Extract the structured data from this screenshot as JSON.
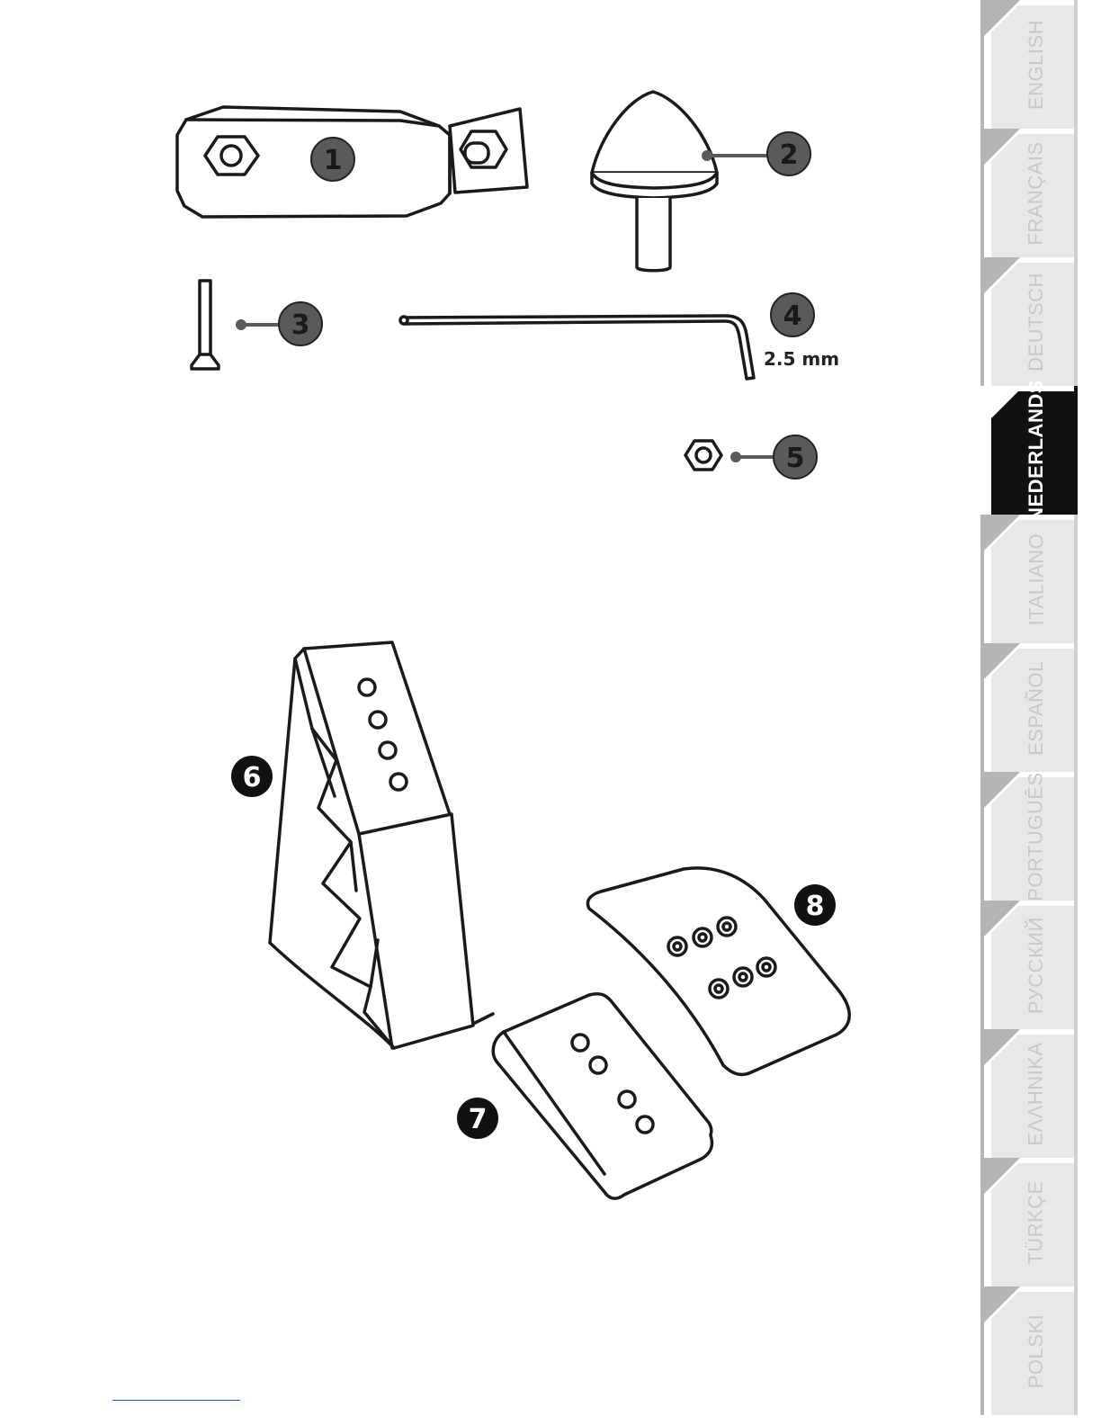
{
  "callouts": {
    "c1": "1",
    "c2": "2",
    "c3": "3",
    "c4": "4",
    "c5": "5",
    "c6": "6",
    "c7": "7",
    "c8": "8"
  },
  "hex_key_size": "2.5 mm",
  "languages": [
    {
      "label": "ENGLISH",
      "active": false
    },
    {
      "label": "FRANÇAIS",
      "active": false
    },
    {
      "label": "DEUTSCH",
      "active": false
    },
    {
      "label": "NEDERLANDS",
      "active": true
    },
    {
      "label": "ITALIANO",
      "active": false
    },
    {
      "label": "ESPAÑOL",
      "active": false
    },
    {
      "label": "PORTUGUÊS",
      "active": false
    },
    {
      "label": "РУССКИЙ",
      "active": false
    },
    {
      "label": "ΕΛΛΗΝΙΚΑ",
      "active": false
    },
    {
      "label": "TÜRKÇE",
      "active": false
    },
    {
      "label": "POLSKI",
      "active": false
    }
  ],
  "colors": {
    "line": "#1a1a1a",
    "callout_gray": "#5a5a5a",
    "callout_black": "#111111",
    "tab_inactive": "#e8e8e8",
    "tab_shadow": "#b5b5b5",
    "tab_active": "#111111",
    "footnote_rule": "#2b4fd6"
  }
}
